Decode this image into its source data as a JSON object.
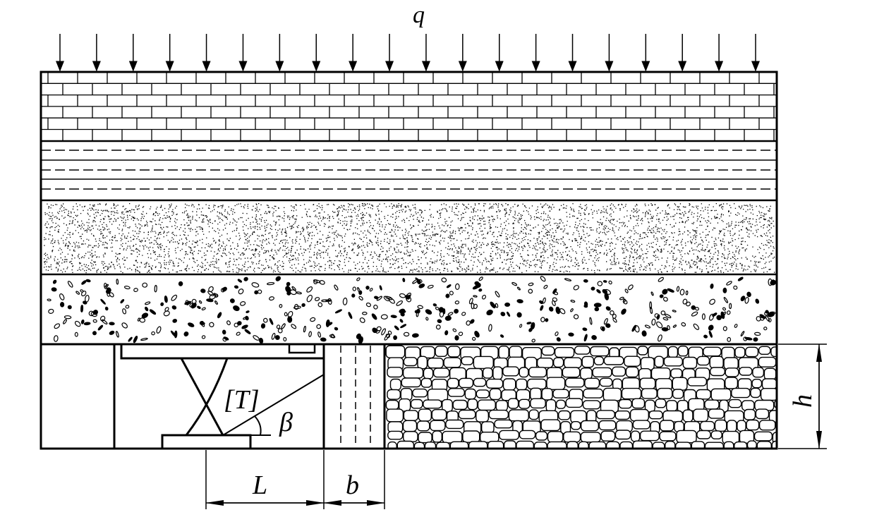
{
  "labels": {
    "load": "q",
    "support_resistance": "[T]",
    "angle": "β",
    "span_length": "L",
    "strip_width": "b",
    "height": "h"
  },
  "colors": {
    "ink": "#000000",
    "background": "#ffffff"
  },
  "load_arrow_count": 20
}
